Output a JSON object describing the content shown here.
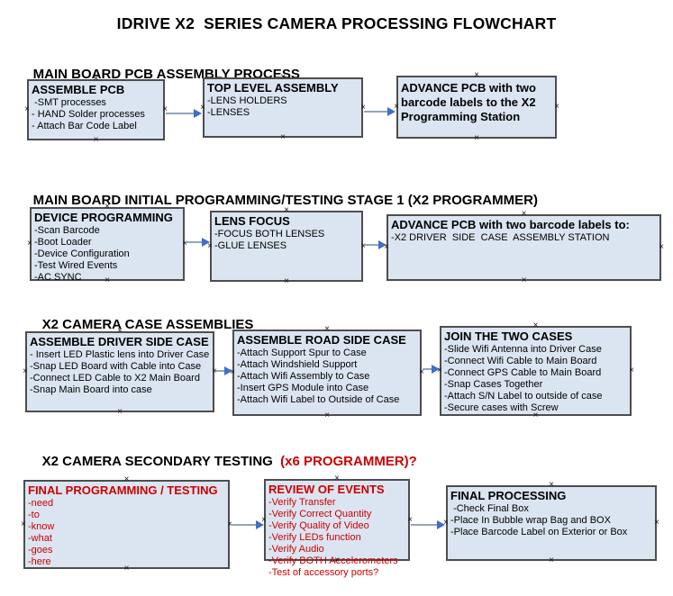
{
  "title": "IDRIVE X2  SERIES CAMERA PROCESSING FLOWCHART",
  "colors": {
    "background": "#ffffff",
    "text": "#000000",
    "box_fill": "#dbe5f1",
    "box_border": "#4d4d4d",
    "red_text": "#cc0000",
    "arrow_line": "#93a5bd",
    "arrow_head": "#3f6ec6"
  },
  "icons": {
    "connection_handle": "×",
    "arrow_head": "right-triangle"
  },
  "sections": [
    {
      "heading": "MAIN BOARD PCB ASSEMBLY PROCESS",
      "boxes": [
        {
          "title": "ASSEMBLE PCB",
          "items": [
            " -SMT processes",
            "- HAND Solder processes",
            "- Attach Bar Code Label"
          ]
        },
        {
          "title": "TOP LEVEL ASSEMBLY",
          "items": [
            "-LENS HOLDERS",
            "-LENSES"
          ]
        },
        {
          "title": "ADVANCE PCB with two barcode labels to the X2 Programming Station",
          "items": []
        }
      ]
    },
    {
      "heading": "MAIN BOARD INITIAL PROGRAMMING/TESTING STAGE 1 (X2 PROGRAMMER)",
      "boxes": [
        {
          "title": "DEVICE PROGRAMMING",
          "items": [
            "-Scan Barcode",
            "-Boot Loader",
            "-Device Configuration",
            "-Test Wired Events",
            "-AC SYNC"
          ]
        },
        {
          "title": "LENS FOCUS",
          "items": [
            "-FOCUS BOTH LENSES",
            "-GLUE LENSES"
          ]
        },
        {
          "title": "ADVANCE PCB with two barcode labels to:",
          "items": [
            "-X2 DRIVER  SIDE  CASE  ASSEMBLY STATION"
          ]
        }
      ]
    },
    {
      "heading": "X2 CAMERA CASE ASSEMBLIES",
      "boxes": [
        {
          "title": "ASSEMBLE DRIVER SIDE CASE",
          "items": [
            "- Insert LED Plastic lens into Driver Case",
            "-Snap LED Board with Cable into Case",
            "-Connect LED Cable to X2 Main Board",
            "-Snap Main Board into case"
          ]
        },
        {
          "title": "ASSEMBLE ROAD SIDE CASE",
          "items": [
            "-Attach Support Spur to Case",
            "-Attach Windshield Support",
            "-Attach Wifi Assembly to Case",
            "-Insert GPS Module into Case",
            "-Attach Wifi Label to Outside of Case"
          ]
        },
        {
          "title": "JOIN THE TWO CASES",
          "items": [
            "-Slide Wifi Antenna into Driver Case",
            "-Connect Wifi Cable to Main Board",
            "-Connect GPS Cable to Main Board",
            "-Snap Cases Together",
            "-Attach S/N Label to outside of case",
            "-Secure cases with Screw"
          ]
        }
      ]
    },
    {
      "heading": "X2 CAMERA SECONDARY TESTING ",
      "heading_suffix": " (x6 PROGRAMMER)?",
      "boxes": [
        {
          "title": "FINAL PROGRAMMING / TESTING",
          "items": [
            "-need",
            "-to",
            "-know",
            "-what",
            "-goes",
            "-here"
          ]
        },
        {
          "title": "REVIEW OF EVENTS",
          "items": [
            "-Verify Transfer",
            "-Verify Correct Quantity",
            "-Verify Quality of Video",
            "-Verify LEDs function",
            "-Verify Audio",
            "-Verify BOTH Accelerometers",
            "-Test of accessory ports?"
          ]
        },
        {
          "title": "FINAL PROCESSING",
          "items": [
            " -Check Final Box",
            "-Place In Bubble wrap Bag and BOX",
            "-Place Barcode Label on Exterior or Box"
          ]
        }
      ]
    }
  ]
}
